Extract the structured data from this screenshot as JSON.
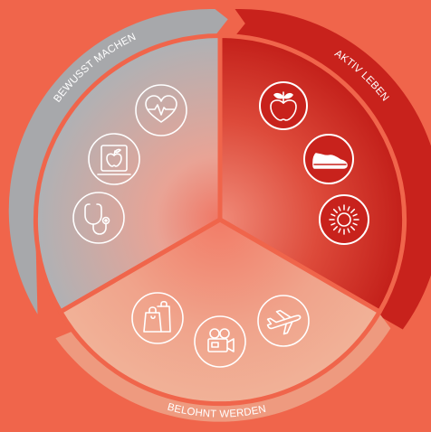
{
  "colors": {
    "background": "#f0654b",
    "gray_segment": "#a7a8ab",
    "red_segment": "#c8221c",
    "peach_segment": "#f0a489",
    "label_text": "#ffffff"
  },
  "segments": [
    {
      "id": "bewusst",
      "label": "BEWUSST MACHEN",
      "icons": [
        "heart-rate-monitor-icon",
        "scale-with-apple-icon",
        "stethoscope-icon"
      ]
    },
    {
      "id": "aktiv",
      "label": "AKTIV LEBEN",
      "icons": [
        "apple-icon",
        "sneaker-icon",
        "sun-icon"
      ]
    },
    {
      "id": "belohnt",
      "label": "BELOHNT WERDEN",
      "icons": [
        "shopping-bags-icon",
        "video-camera-icon",
        "airplane-icon"
      ]
    }
  ]
}
